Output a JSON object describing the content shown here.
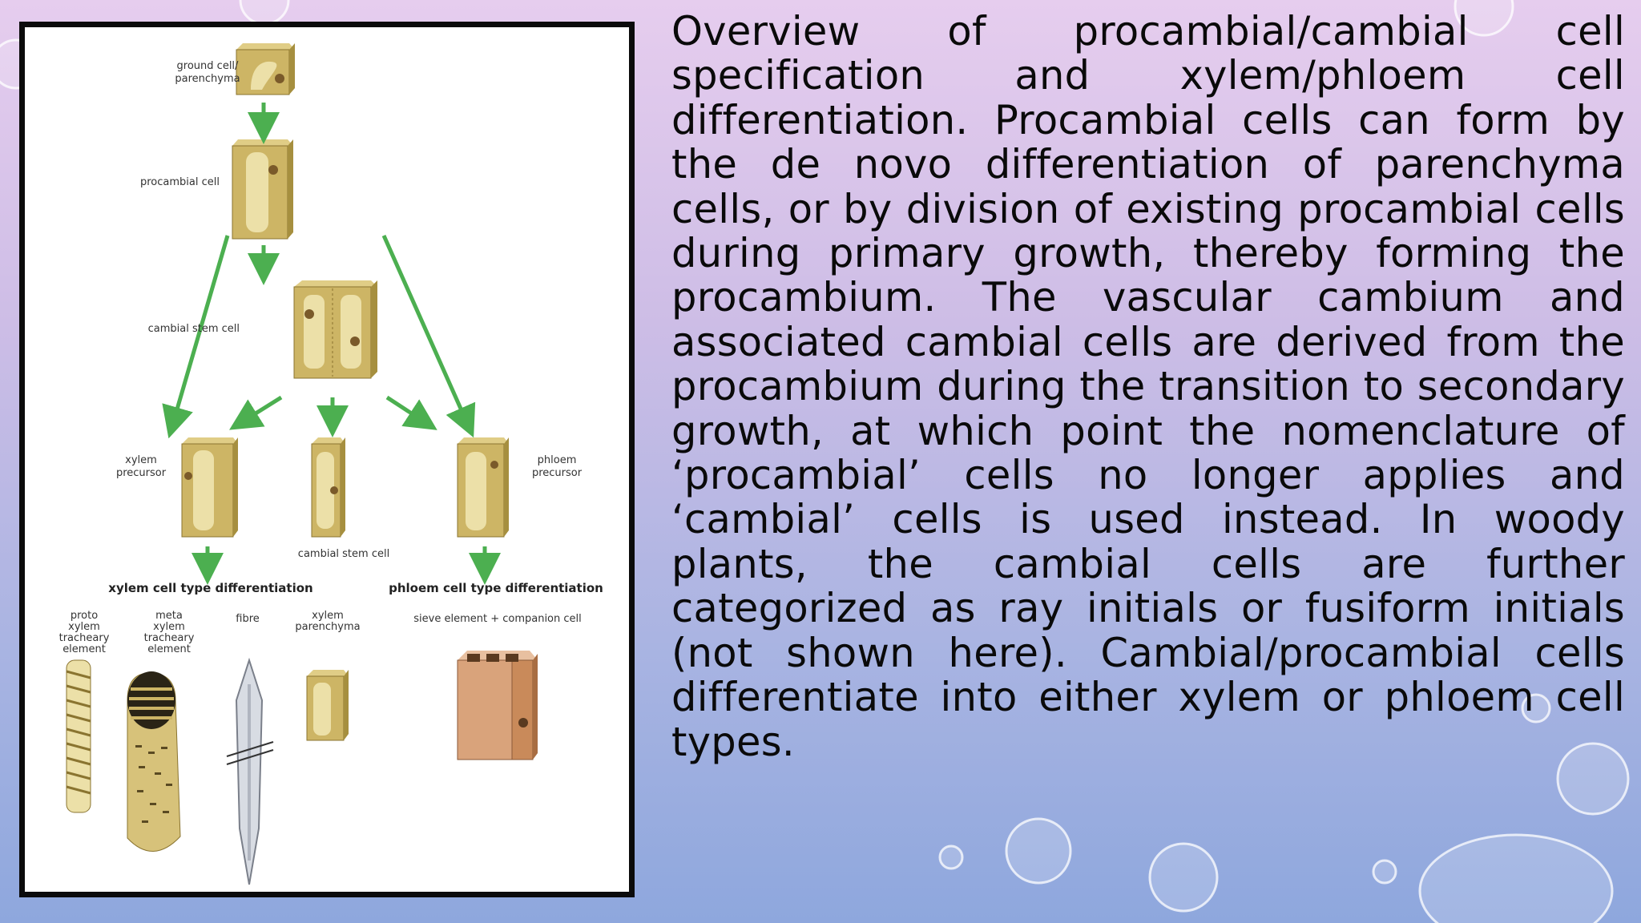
{
  "slide": {
    "body_text": "Overview of procambial/cambial cell specification and xylem/phloem cell differentiation. Procambial cells can form by the de novo differentiation of parenchyma cells, or by division of existing procambial cells during primary growth, thereby forming the procambium. The vascular cambium and associated cambial cells are derived from the procambium during the transition to secondary growth, at which point the nomenclature of ‘procambial’ cells no longer applies and ‘cambial’ cells is used instead. In woody plants, the cambial cells are further categorized as ray initials or fusiform initials (not shown here). Cambial/procambial cells differentiate into either xylem or phloem cell types."
  },
  "diagram": {
    "labels": {
      "ground_cell_1": "ground cell/",
      "ground_cell_2": "parenchyma",
      "procambial_cell": "procambial cell",
      "cambial_stem_cell_top": "cambial stem cell",
      "xylem_precursor_1": "xylem",
      "xylem_precursor_2": "precursor",
      "phloem_precursor_1": "phloem",
      "phloem_precursor_2": "precursor",
      "cambial_stem_cell_mid": "cambial stem cell",
      "xylem_diff_heading": "xylem cell type differentiation",
      "phloem_diff_heading": "phloem cell type differentiation",
      "proto_1": "proto",
      "proto_2": "xylem",
      "proto_3": "tracheary",
      "proto_4": "element",
      "meta_1": "meta",
      "meta_2": "xylem",
      "meta_3": "tracheary",
      "meta_4": "element",
      "fibre": "fibre",
      "xylem_par_1": "xylem",
      "xylem_par_2": "parenchyma",
      "sieve_companion": "sieve element + companion cell"
    },
    "colors": {
      "arrow": "#4caf50",
      "cell_front": "#cdb565",
      "cell_side": "#a68f3f",
      "cell_top": "#e0cd86",
      "phloem_front": "#d9a37b"
    }
  }
}
